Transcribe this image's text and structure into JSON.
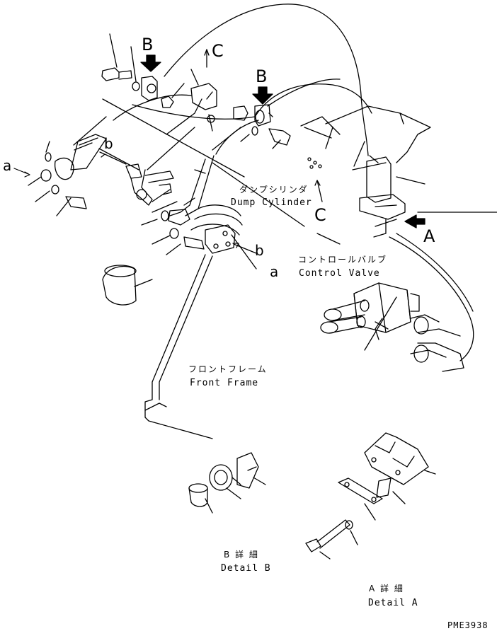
{
  "callouts": {
    "b_top_left": "B",
    "b_top_right": "B",
    "c_top": "C",
    "c_mid": "C",
    "a_left": "a",
    "b_left": "b",
    "b_mid": "b",
    "a_mid": "a",
    "a_right": "A"
  },
  "labels": {
    "dump_cylinder_jp": "ダンプシリンダ",
    "dump_cylinder_en": "Dump Cylinder",
    "control_valve_jp": "コントロールバルブ",
    "control_valve_en": "Control Valve",
    "front_frame_jp": "フロントフレーム",
    "front_frame_en": "Front Frame",
    "detail_b_jp": "B 詳 細",
    "detail_b_en": "Detail B",
    "detail_a_jp": "A 詳 細",
    "detail_a_en": "Detail A"
  },
  "drawing_code": "PME3938"
}
